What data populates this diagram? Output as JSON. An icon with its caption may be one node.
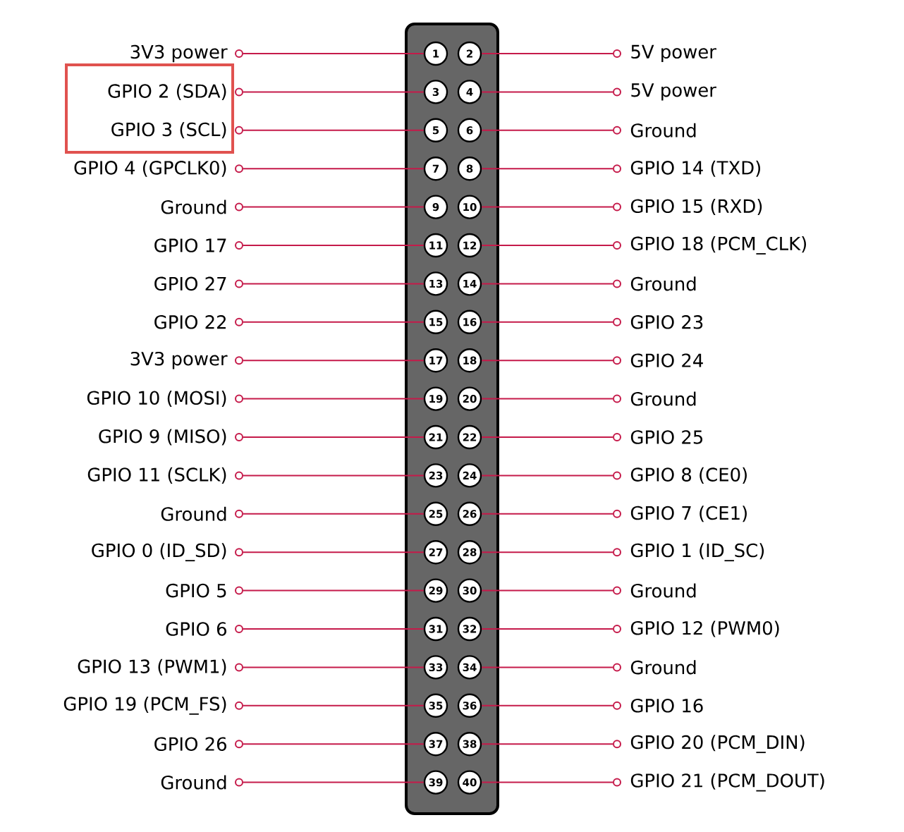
{
  "diagram": {
    "nodes": [
      {
        "text": [],
        "shape": "box"
      },
      {
        "text": [
          "1"
        ],
        "in": 0
      },
      {
        "text": [
          "2"
        ],
        "in": 0
      },
      {
        "text": [
          "3"
        ],
        "in": 0
      },
      {
        "text": [
          "4"
        ],
        "in": 0
      },
      {
        "text": [
          "5"
        ],
        "in": 0
      },
      {
        "text": [
          "6"
        ],
        "in": 0
      },
      {
        "text": [
          "7"
        ],
        "in": 0
      },
      {
        "text": [
          "8"
        ],
        "in": 0
      },
      {
        "text": [
          "9"
        ],
        "in": 0
      },
      {
        "text": [
          "10"
        ],
        "in": 0
      },
      {
        "text": [
          "11"
        ],
        "in": 0
      },
      {
        "text": [
          "12"
        ],
        "in": 0
      },
      {
        "text": [
          "13"
        ],
        "in": 0
      },
      {
        "text": [
          "14"
        ],
        "in": 0
      },
      {
        "text": [
          "15"
        ],
        "in": 0
      },
      {
        "text": [
          "16"
        ],
        "in": 0
      },
      {
        "text": [
          "17"
        ],
        "in": 0
      },
      {
        "text": [
          "18"
        ],
        "in": 0
      },
      {
        "text": [
          "19"
        ],
        "in": 0
      },
      {
        "text": [
          "20"
        ],
        "in": 0
      },
      {
        "text": [
          "21"
        ],
        "in": 0
      },
      {
        "text": [
          "22"
        ],
        "in": 0
      },
      {
        "text": [
          "23"
        ],
        "in": 0
      },
      {
        "text": [
          "24"
        ],
        "in": 0
      },
      {
        "text": [
          "25"
        ],
        "in": 0
      },
      {
        "text": [
          "26"
        ],
        "in": 0
      },
      {
        "text": [
          "27"
        ],
        "in": 0
      },
      {
        "text": [
          "28"
        ],
        "in": 0
      },
      {
        "text": [
          "29"
        ],
        "in": 0
      },
      {
        "text": [
          "30"
        ],
        "in": 0
      },
      {
        "text": [
          "31"
        ],
        "in": 0
      },
      {
        "text": [
          "32"
        ],
        "in": 0
      },
      {
        "text": [
          "33"
        ],
        "in": 0
      },
      {
        "text": [
          "34"
        ],
        "in": 0
      },
      {
        "text": [
          "35"
        ],
        "in": 0
      },
      {
        "text": [
          "36"
        ],
        "in": 0
      },
      {
        "text": [
          "37"
        ],
        "in": 0
      },
      {
        "text": [
          "38"
        ],
        "in": 0
      },
      {
        "text": [
          "39"
        ],
        "in": 0
      },
      {
        "text": [
          "40"
        ],
        "in": 0
      },
      {
        "text": [],
        "shape": "box"
      },
      {
        "text": [],
        "shape": "circle",
        "beside": [
          "3V3 power"
        ]
      },
      {
        "text": [],
        "shape": "circle",
        "beside": [
          "5V power"
        ]
      },
      {
        "text": [],
        "shape": "circle",
        "beside": [
          "GPIO 2 (SDA)"
        ]
      },
      {
        "text": [],
        "shape": "circle",
        "beside": [
          "5V power"
        ]
      },
      {
        "text": [],
        "shape": "circle",
        "beside": [
          "GPIO 3 (SCL)"
        ]
      },
      {
        "text": [],
        "shape": "circle",
        "beside": [
          "Ground"
        ]
      },
      {
        "text": [],
        "shape": "circle",
        "beside": [
          "GPIO 4 (GPCLK0)"
        ]
      },
      {
        "text": [],
        "shape": "circle",
        "beside": [
          "GPIO 14 (TXD)"
        ]
      },
      {
        "text": [],
        "shape": "circle",
        "beside": [
          "Ground"
        ]
      },
      {
        "text": [],
        "shape": "circle",
        "beside": [
          "GPIO 15 (RXD)"
        ]
      },
      {
        "text": [],
        "shape": "circle",
        "beside": [
          "GPIO 17"
        ]
      },
      {
        "text": [],
        "shape": "circle",
        "beside": [
          "GPIO 18 (PCM_CLK)"
        ]
      },
      {
        "text": [],
        "shape": "circle",
        "beside": [
          "GPIO 27"
        ]
      },
      {
        "text": [],
        "shape": "circle",
        "beside": [
          "Ground"
        ]
      },
      {
        "text": [],
        "shape": "circle",
        "beside": [
          "GPIO 22"
        ]
      },
      {
        "text": [],
        "shape": "circle",
        "beside": [
          "GPIO 23"
        ]
      },
      {
        "text": [],
        "shape": "circle",
        "beside": [
          "3V3 power"
        ]
      },
      {
        "text": [],
        "shape": "circle",
        "beside": [
          "GPIO 24"
        ]
      },
      {
        "text": [],
        "shape": "circle",
        "beside": [
          "GPIO 10 (MOSI)"
        ]
      },
      {
        "text": [],
        "shape": "circle",
        "beside": [
          "Ground"
        ]
      },
      {
        "text": [],
        "shape": "circle",
        "beside": [
          "GPIO 9 (MISO)"
        ]
      },
      {
        "text": [],
        "shape": "circle",
        "beside": [
          "GPIO 25"
        ]
      },
      {
        "text": [],
        "shape": "circle",
        "beside": [
          "GPIO 11 (SCLK)"
        ]
      },
      {
        "text": [],
        "shape": "circle",
        "beside": [
          "GPIO 8 (CE0)"
        ]
      },
      {
        "text": [],
        "shape": "circle",
        "beside": [
          "Ground"
        ]
      },
      {
        "text": [],
        "shape": "circle",
        "beside": [
          "GPIO 7 (CE1)"
        ]
      },
      {
        "text": [],
        "shape": "circle",
        "beside": [
          "GPIO 0 (ID_SD)"
        ]
      },
      {
        "text": [],
        "shape": "circle",
        "beside": [
          "GPIO 1 (ID_SC)"
        ]
      },
      {
        "text": [],
        "shape": "circle",
        "beside": [
          "GPIO 5"
        ]
      },
      {
        "text": [],
        "shape": "circle",
        "beside": [
          "Ground"
        ]
      },
      {
        "text": [],
        "shape": "circle",
        "beside": [
          "GPIO 6"
        ]
      },
      {
        "text": [],
        "shape": "circle",
        "beside": [
          "GPIO 12 (PWM0)"
        ]
      },
      {
        "text": [],
        "shape": "circle",
        "beside": [
          "GPIO 13 (PWM1)"
        ]
      },
      {
        "text": [],
        "shape": "circle",
        "beside": [
          "Ground"
        ]
      },
      {
        "text": [],
        "shape": "circle",
        "beside": [
          "GPIO 19 (PCM_FS)"
        ]
      },
      {
        "text": [],
        "shape": "circle",
        "beside": [
          "GPIO 16"
        ]
      },
      {
        "text": [],
        "shape": "circle",
        "beside": [
          "GPIO 26"
        ]
      },
      {
        "text": [],
        "shape": "circle",
        "beside": [
          "GPIO 20 (PCM_DIN)"
        ]
      },
      {
        "text": [],
        "shape": "circle",
        "beside": [
          "Ground"
        ]
      },
      {
        "text": [],
        "shape": "circle",
        "beside": [
          "GPIO 21 (PCM_DOUT)"
        ]
      }
    ],
    "edges": [
      {
        "from": 42,
        "to": 1,
        "arrow": "none"
      },
      {
        "from": 43,
        "to": 2,
        "arrow": "none"
      },
      {
        "from": 44,
        "to": 3,
        "arrow": "none"
      },
      {
        "from": 45,
        "to": 4,
        "arrow": "none"
      },
      {
        "from": 46,
        "to": 5,
        "arrow": "none"
      },
      {
        "from": 47,
        "to": 6,
        "arrow": "none"
      },
      {
        "from": 48,
        "to": 7,
        "arrow": "none"
      },
      {
        "from": 49,
        "to": 8,
        "arrow": "none"
      },
      {
        "from": 50,
        "to": 9,
        "arrow": "none"
      },
      {
        "from": 51,
        "to": 10,
        "arrow": "none"
      },
      {
        "from": 52,
        "to": 11,
        "arrow": "none"
      },
      {
        "from": 53,
        "to": 12,
        "arrow": "none"
      },
      {
        "from": 54,
        "to": 13,
        "arrow": "none"
      },
      {
        "from": 55,
        "to": 14,
        "arrow": "none"
      },
      {
        "from": 56,
        "to": 15,
        "arrow": "none"
      },
      {
        "from": 57,
        "to": 16,
        "arrow": "none"
      },
      {
        "from": 58,
        "to": 17,
        "arrow": "none"
      },
      {
        "from": 59,
        "to": 18,
        "arrow": "none"
      },
      {
        "from": 60,
        "to": 19,
        "arrow": "none"
      },
      {
        "from": 61,
        "to": 20,
        "arrow": "none"
      },
      {
        "from": 62,
        "to": 21,
        "arrow": "none"
      },
      {
        "from": 63,
        "to": 22,
        "arrow": "none"
      },
      {
        "from": 64,
        "to": 23,
        "arrow": "none"
      },
      {
        "from": 65,
        "to": 24,
        "arrow": "none"
      },
      {
        "from": 66,
        "to": 25,
        "arrow": "none"
      },
      {
        "from": 67,
        "to": 26,
        "arrow": "none"
      },
      {
        "from": 68,
        "to": 27,
        "arrow": "none"
      },
      {
        "from": 69,
        "to": 28,
        "arrow": "none"
      },
      {
        "from": 70,
        "to": 29,
        "arrow": "none"
      },
      {
        "from": 71,
        "to": 30,
        "arrow": "none"
      },
      {
        "from": 72,
        "to": 31,
        "arrow": "none"
      },
      {
        "from": 73,
        "to": 32,
        "arrow": "none"
      },
      {
        "from": 74,
        "to": 33,
        "arrow": "none"
      },
      {
        "from": 75,
        "to": 34,
        "arrow": "none"
      },
      {
        "from": 76,
        "to": 35,
        "arrow": "none"
      },
      {
        "from": 77,
        "to": 36,
        "arrow": "none"
      },
      {
        "from": 78,
        "to": 37,
        "arrow": "none"
      },
      {
        "from": 79,
        "to": 38,
        "arrow": "none"
      },
      {
        "from": 80,
        "to": 39,
        "arrow": "none"
      },
      {
        "from": 81,
        "to": 40,
        "arrow": "none"
      }
    ]
  }
}
